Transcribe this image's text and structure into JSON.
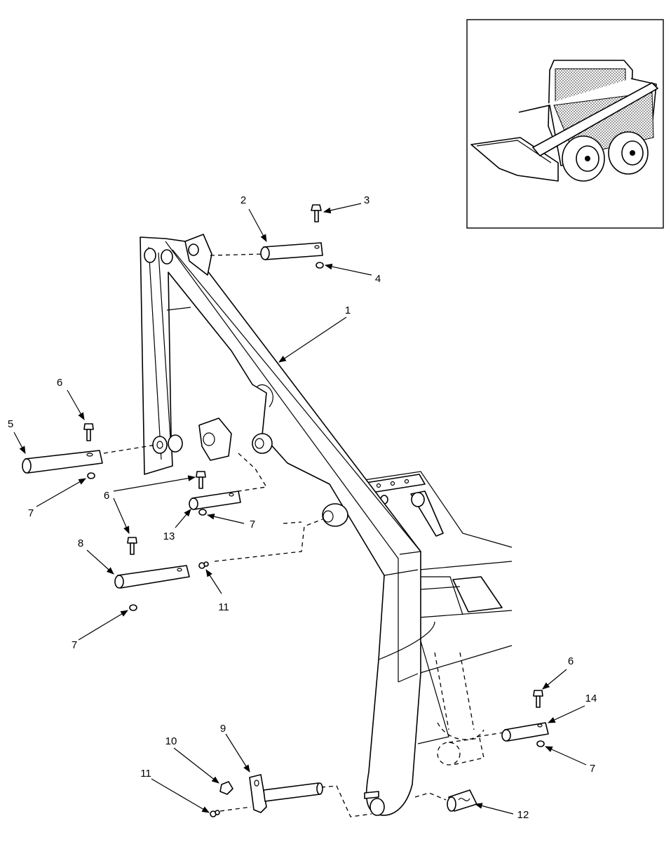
{
  "diagram": {
    "callouts": [
      {
        "id": "c1",
        "text": "1"
      },
      {
        "id": "c2",
        "text": "2"
      },
      {
        "id": "c3",
        "text": "3"
      },
      {
        "id": "c4",
        "text": "4"
      },
      {
        "id": "c5",
        "text": "5"
      },
      {
        "id": "c6a",
        "text": "6"
      },
      {
        "id": "c6b",
        "text": "6"
      },
      {
        "id": "c6c",
        "text": "6"
      },
      {
        "id": "c7a",
        "text": "7"
      },
      {
        "id": "c7b",
        "text": "7"
      },
      {
        "id": "c7c",
        "text": "7"
      },
      {
        "id": "c7d",
        "text": "7"
      },
      {
        "id": "c8",
        "text": "8"
      },
      {
        "id": "c9",
        "text": "9"
      },
      {
        "id": "c10",
        "text": "10"
      },
      {
        "id": "c11a",
        "text": "11"
      },
      {
        "id": "c11b",
        "text": "11"
      },
      {
        "id": "c12",
        "text": "12"
      },
      {
        "id": "c13",
        "text": "13"
      },
      {
        "id": "c14",
        "text": "14"
      }
    ],
    "colors": {
      "line": "#000000",
      "background": "#ffffff",
      "shade": "#c8c8c8"
    }
  }
}
